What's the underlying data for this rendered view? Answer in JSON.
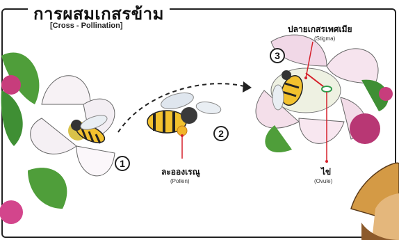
{
  "header": {
    "title": "การผสมเกสรข้าม",
    "subtitle": "[Cross - Pollination]"
  },
  "steps": [
    {
      "number": "1"
    },
    {
      "number": "2"
    },
    {
      "number": "3"
    }
  ],
  "labels": {
    "pollen_th": "ละอองเรณู",
    "pollen_en": "(Pollen)",
    "stigma_th": "ปลายเกสรเพศเมีย",
    "stigma_en": "(Stigma)",
    "ovule_th": "ไข่",
    "ovule_en": "(Ovule)"
  },
  "colors": {
    "accent_red": "#d5202a",
    "bee_yellow": "#f2c12e",
    "petal_pink": "#f3c6dc",
    "leaf_green": "#3f8f34"
  }
}
